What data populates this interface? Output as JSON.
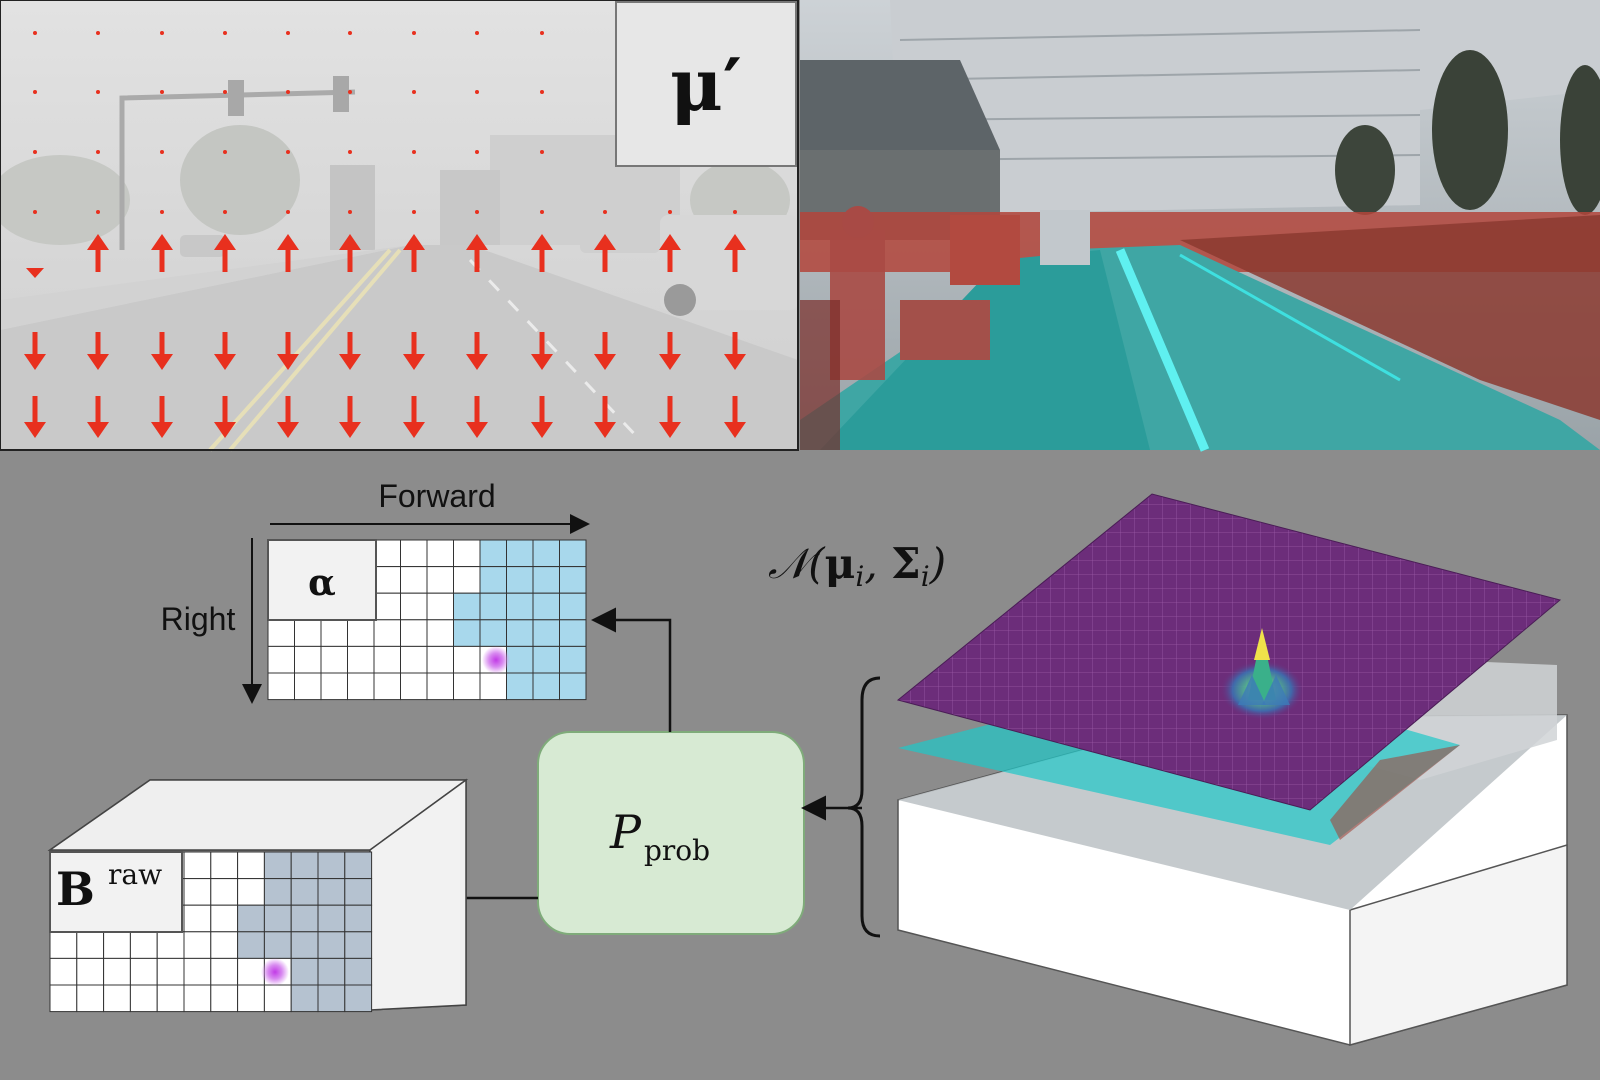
{
  "panels": {
    "mu_label": "μ′"
  },
  "diagram": {
    "axis_forward": "Forward",
    "axis_right": "Right",
    "alpha_label": "α",
    "gaussian_label_prefix": "𝒩(",
    "gaussian_mu": "μ",
    "gaussian_sigma": "Σ",
    "gaussian_index": "i",
    "process_label": "P",
    "process_subscript": "prob",
    "braw_label": "B",
    "braw_superscript": "raw"
  },
  "colors": {
    "background": "#8c8c8c",
    "arrow_red": "#e8301e",
    "grid_blue": "#a8d8ec",
    "grid_gray_blue": "#b5c2d0",
    "process_green": "#d7ead3",
    "plane_purple": "#6c2d7a",
    "plane_teal": "#1ec8c8",
    "dot_purple": "#c23be6"
  }
}
